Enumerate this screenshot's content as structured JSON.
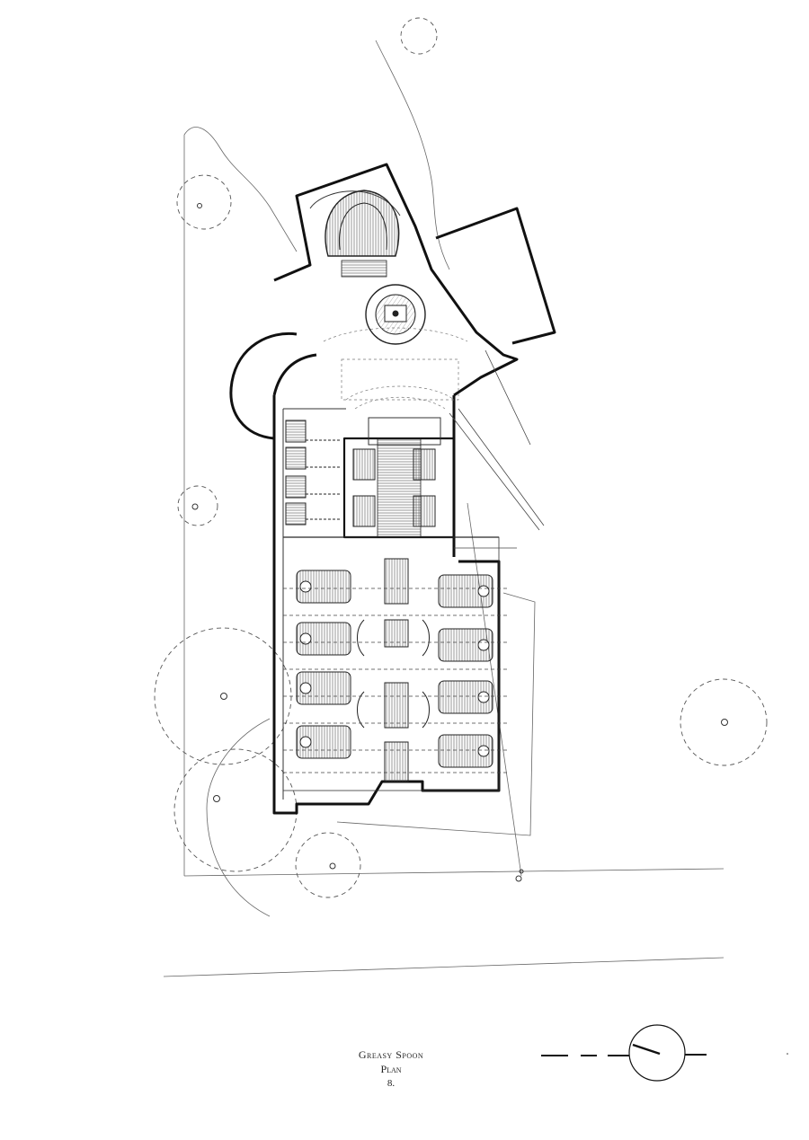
{
  "caption": {
    "title": "Greasy Spoon",
    "subtitle": "Plan",
    "number": "8."
  },
  "colors": {
    "ink": "#1a1a1a",
    "fine_line": "#555555",
    "hatch": "#444444",
    "paper": "#ffffff"
  },
  "icons": [
    "north-arrow-icon",
    "scale-bar-icon",
    "tree-canopy-icon"
  ]
}
